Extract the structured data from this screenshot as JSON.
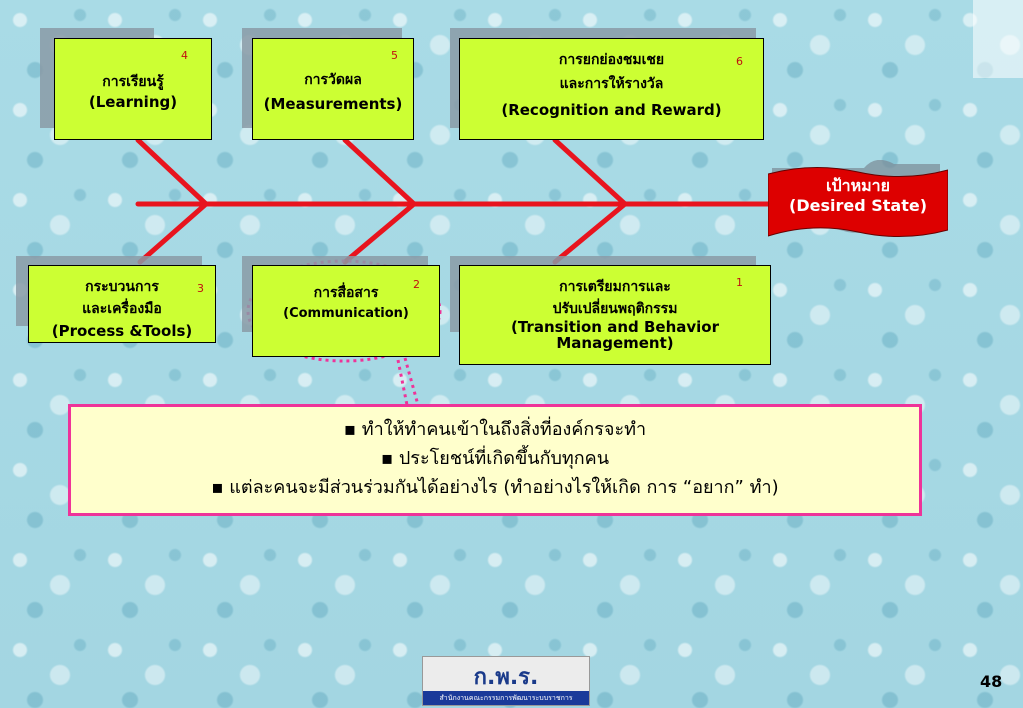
{
  "colors": {
    "box_fill": "#ccff33",
    "fishbone_line": "#e8141e",
    "goal_fill": "#dd0000",
    "callout_border": "#ee3399",
    "callout_fill": "#ffffcc",
    "highlight_dots": "#ee3399"
  },
  "boxes": {
    "learning": {
      "number": "4",
      "thai": "การเรียนรู้",
      "english": "(Learning)"
    },
    "measurements": {
      "number": "5",
      "thai": "การวัดผล",
      "english": "(Measurements)"
    },
    "recognition": {
      "number": "6",
      "thai_1": "การยกย่องชมเชย",
      "thai_2": "และการให้รางวัล",
      "english": "(Recognition and Reward)"
    },
    "process": {
      "number": "3",
      "thai_1": "กระบวนการ",
      "thai_2": "และเครื่องมือ",
      "english": "(Process &Tools)"
    },
    "communication": {
      "number": "2",
      "thai": "การสื่อสาร",
      "english": "(Communication)"
    },
    "transition": {
      "number": "1",
      "thai_1": "การเตรียมการและ",
      "thai_2": "ปรับเปลี่ยนพฤติกรรม",
      "english_1": "(Transition and Behavior",
      "english_2": "Management)"
    }
  },
  "goal": {
    "thai": "เป้าหมาย",
    "english": "(Desired State)"
  },
  "callout": {
    "bullets": [
      "▪ ทำให้ทำคนเข้าในถึงสิ่งที่องค์กรจะทำ",
      "▪ ประโยชน์ที่เกิดขึ้นกับทุกคน",
      "▪ แต่ละคนจะมีส่วนร่วมกันได้อย่างไร (ทำอย่างไรให้เกิด การ “อยาก” ทำ)"
    ]
  },
  "logo": {
    "main": "ก.พ.ร.",
    "sub": "สำนักงานคณะกรรมการพัฒนาระบบราชการ"
  },
  "page_number": "48"
}
